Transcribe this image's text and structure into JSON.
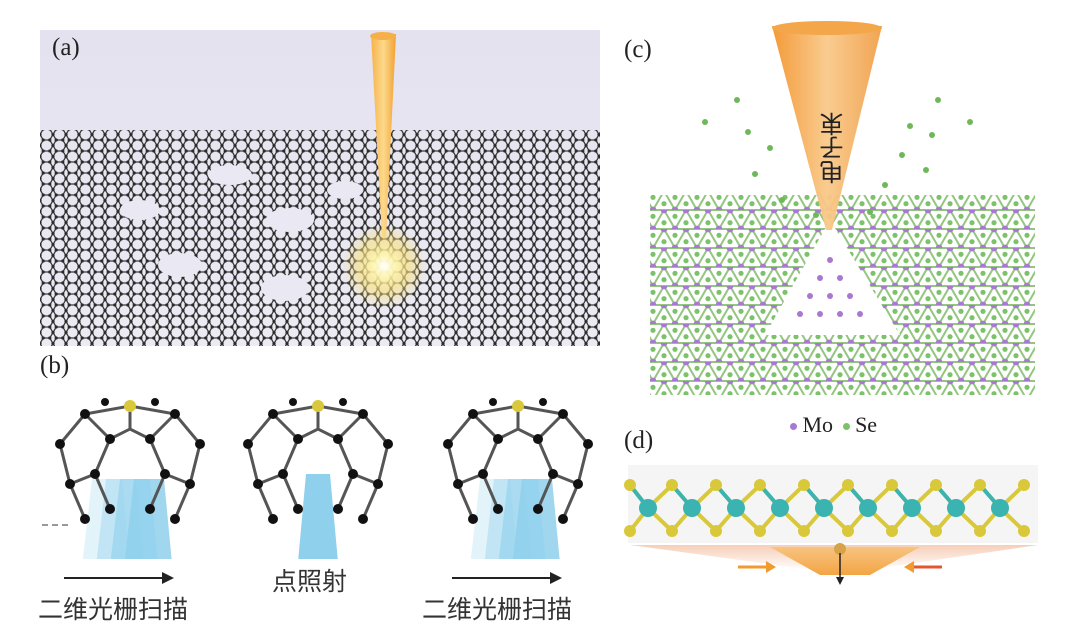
{
  "panel_a": {
    "label": "(a)"
  },
  "panel_b": {
    "label": "(b)",
    "captions": [
      "二维光栅扫描",
      "点照射",
      "二维光栅扫描"
    ]
  },
  "panel_c": {
    "label": "(c)",
    "beam_text": "电子束",
    "legend": {
      "mo": "Mo",
      "se": "Se"
    }
  },
  "panel_d": {
    "label": "(d)"
  },
  "colors": {
    "graphene_bg": "#e8e8f2",
    "atom_dark": "#2e2e2e",
    "beam_orange": "#f5a23a",
    "beam_blue": "#8fd0ec",
    "mo_purple": "#b07fd6",
    "se_green": "#7cc26a",
    "d_teal": "#3bb3b0",
    "d_yellow": "#d8c83a"
  }
}
